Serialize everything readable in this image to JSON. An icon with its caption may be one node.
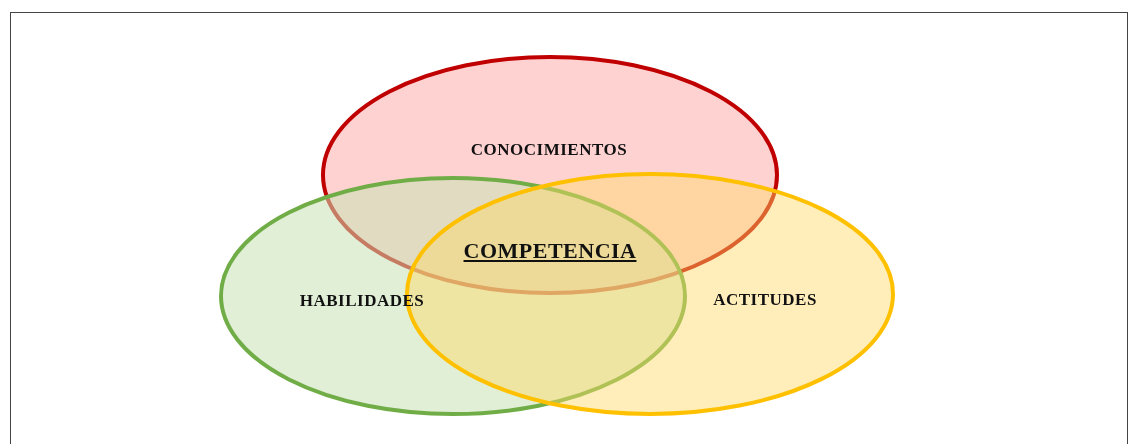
{
  "diagram": {
    "nodes": [
      {
        "text": [
          "CONOCIMIENTOS"
        ]
      },
      {
        "text": [
          "HABILIDADES"
        ]
      },
      {
        "text": [
          "ACTITUDES"
        ]
      }
    ],
    "labels": [
      "COMPETENCIA"
    ]
  }
}
